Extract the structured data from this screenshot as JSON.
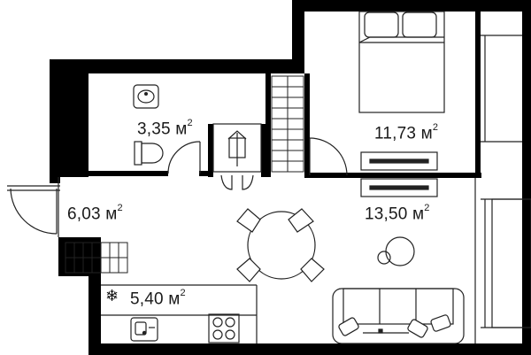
{
  "rooms": {
    "bathroom": {
      "area": "3,35 м",
      "exp": "2"
    },
    "bedroom": {
      "area": "11,73 м",
      "exp": "2"
    },
    "hall": {
      "area": "6,03 м",
      "exp": "2"
    },
    "living": {
      "area": "13,50 м",
      "exp": "2"
    },
    "kitchen": {
      "area": "5,40 м",
      "exp": "2"
    }
  },
  "icons": {
    "fridge": "❄"
  },
  "colors": {
    "wall": "#000000",
    "line": "#222222",
    "background": "#ffffff"
  }
}
